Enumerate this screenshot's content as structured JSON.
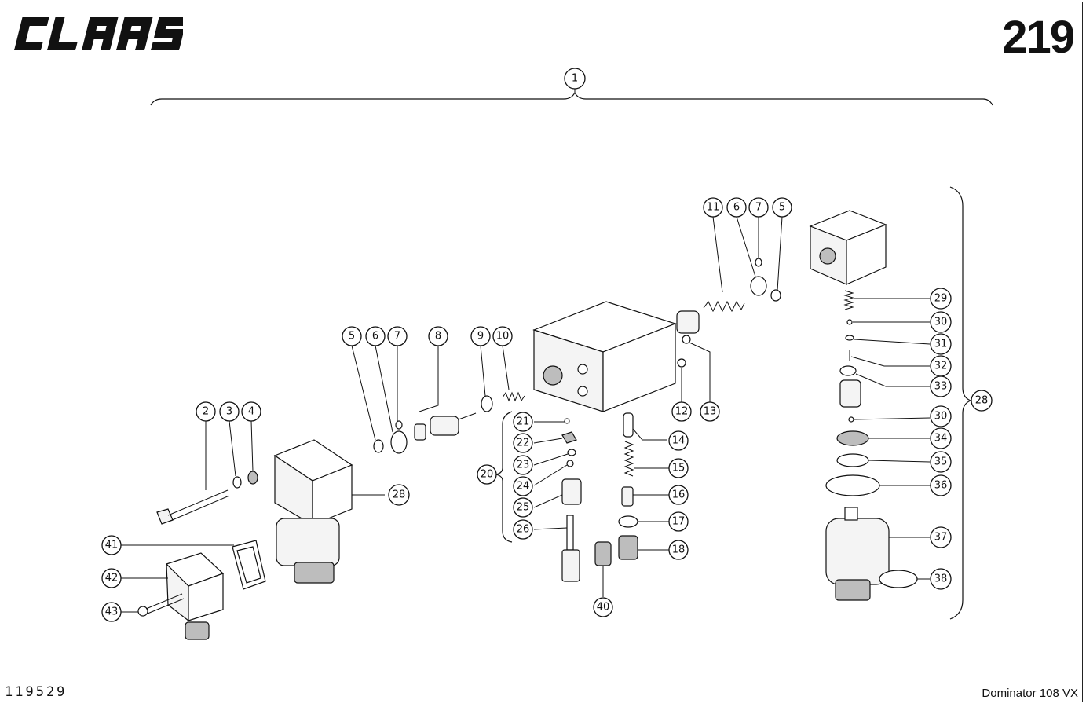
{
  "header": {
    "brand": "CLAAS",
    "page_number": "219"
  },
  "footer": {
    "drawing_number": "119529",
    "model": "Dominator 108 VX"
  },
  "callouts": [
    "1",
    "2",
    "3",
    "4",
    "5",
    "6",
    "7",
    "8",
    "9",
    "10",
    "11",
    "6",
    "7",
    "5",
    "12",
    "13",
    "14",
    "15",
    "16",
    "17",
    "18",
    "20",
    "21",
    "22",
    "23",
    "24",
    "25",
    "26",
    "28",
    "28",
    "29",
    "30",
    "31",
    "32",
    "33",
    "30",
    "34",
    "35",
    "36",
    "37",
    "38",
    "40",
    "41",
    "42",
    "43"
  ],
  "colors": {
    "ink": "#111111",
    "paper": "#ffffff"
  }
}
